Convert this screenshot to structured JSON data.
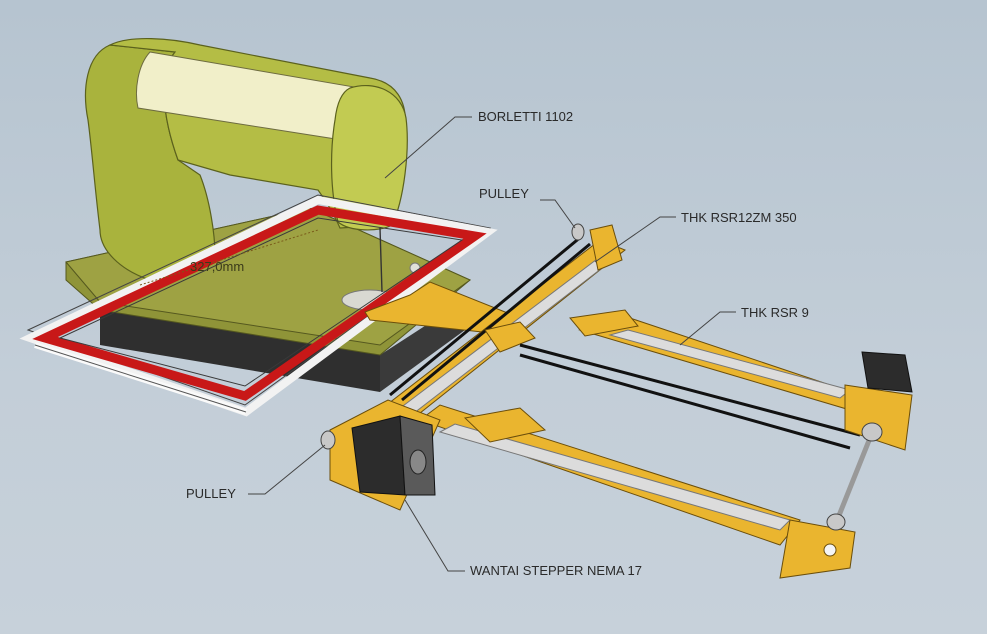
{
  "labels": {
    "sewing_machine": "BORLETTI 1102",
    "pulley_top": "PULLEY",
    "rail_y": "THK RSR12ZM 350",
    "rail_x": "THK RSR 9",
    "pulley_left": "PULLEY",
    "motor": "WANTAI STEPPER NEMA 17",
    "dimension": "327,0mm"
  },
  "colors": {
    "machine_body": "#a9b33d",
    "machine_cream": "#f1efc9",
    "frame_red": "#c81818",
    "frame_white": "#f5f5f5",
    "gantry_yellow": "#eab52f",
    "belt_black": "#111111",
    "rail_gray": "#d8d8d8",
    "motor_dark": "#2c2c2c",
    "background": "#bcc8d3"
  }
}
